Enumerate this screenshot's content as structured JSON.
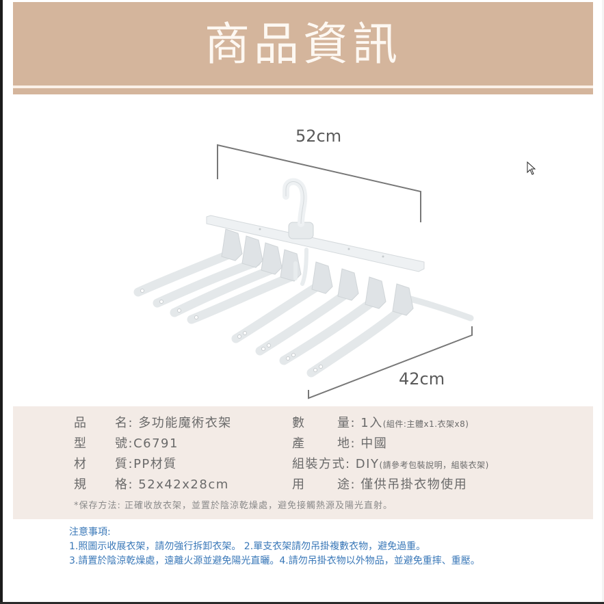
{
  "header": {
    "title": "商品資訊",
    "banner_color": "#d4b59c",
    "title_color": "#fdf8f2"
  },
  "figure": {
    "image_alt": "多功能魔術衣架 product photo — white folding hanger with central hook and 8 arms",
    "width_label": "52cm",
    "depth_label": "42cm",
    "arm_count": 8
  },
  "specs": {
    "left": [
      {
        "k1": "品",
        "k2": "名",
        "sep": ": ",
        "value": "多功能魔術衣架",
        "note": ""
      },
      {
        "k1": "型",
        "k2": "號",
        "sep": ":",
        "value": "C6791",
        "note": ""
      },
      {
        "k1": "材",
        "k2": "質",
        "sep": ":",
        "value": "PP材質",
        "note": ""
      },
      {
        "k1": "規",
        "k2": "格",
        "sep": ": ",
        "value": "52x42x28cm",
        "note": ""
      }
    ],
    "right": [
      {
        "k1": "數",
        "k2": "量",
        "sep": ": ",
        "value": "1入",
        "note": "(組件:主體x1.衣架x8)"
      },
      {
        "k1": "產",
        "k2": "地",
        "sep": ": ",
        "value": "中國",
        "note": ""
      },
      {
        "k1": "",
        "k2": "組裝方式",
        "sep": ": ",
        "value": "DIY",
        "note": "(請參考包裝說明，組裝衣架)"
      },
      {
        "k1": "用",
        "k2": "途",
        "sep": ": ",
        "value": "僅供吊掛衣物使用",
        "note": ""
      }
    ],
    "storage_note": "*保存方法: 正確收放衣架，並置於陰涼乾燥處，避免接觸熱源及陽光直射。",
    "panel_color": "#f3ebe6"
  },
  "notice": {
    "title": "注意事項:",
    "lines": [
      "1.照圖示收展衣架，請勿強行拆卸衣架。 2.單支衣架請勿吊掛複數衣物，避免過重。",
      "3.請置於陰涼乾燥處，遠離火源並避免陽光直曬。4.請勿吊掛衣物以外物品，並避免重摔、重壓。"
    ],
    "color": "#3a78b8"
  },
  "cursor": {
    "icon": "mouse-pointer-icon"
  }
}
